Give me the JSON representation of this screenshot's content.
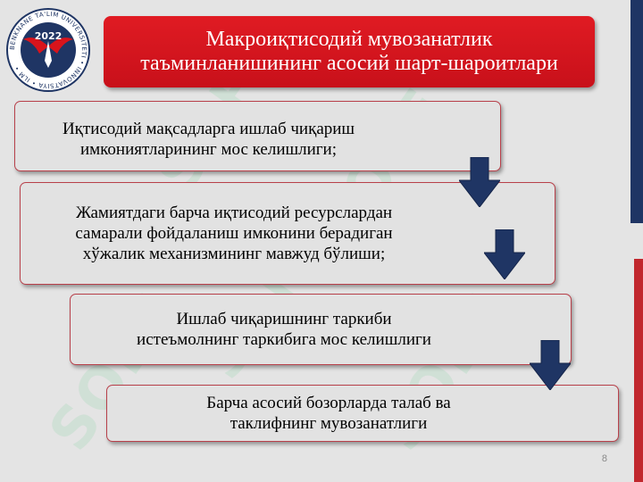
{
  "title": {
    "line1": "Макроиқтисодий мувозанатлик",
    "line2": "таъминланишининг асосий шарт-шароитлари"
  },
  "logo": {
    "year": "2022",
    "ring_text": "BENKNANE TA'LIM UNIVERSITETI • INNOVATSIYA • ILM •"
  },
  "watermark": {
    "text": "SOFF"
  },
  "steps": [
    {
      "lines": [
        "Иқтисодий мақсадларга ишлаб чиқариш",
        "имкониятларининг мос келишлиги;"
      ]
    },
    {
      "lines": [
        "Жамиятдаги барча иқтисодий ресурслардан",
        "самарали фойдаланиш имконини берадиган",
        "хўжалик механизмининг мавжуд бўлиши;"
      ]
    },
    {
      "lines": [
        "Ишлаб чиқаришнинг таркиби",
        "истеъмолнинг таркибига мос келишлиги"
      ]
    },
    {
      "lines": [
        "Барча асосий бозорларда талаб ва",
        "таклифнинг мувозанатлиги"
      ]
    }
  ],
  "page_number": "8",
  "colors": {
    "title_bg": "#d8141c",
    "arrow": "#1f3564",
    "box_border": "#b8404a",
    "stripe_blue": "#1f3564",
    "stripe_red": "#c1272d"
  }
}
